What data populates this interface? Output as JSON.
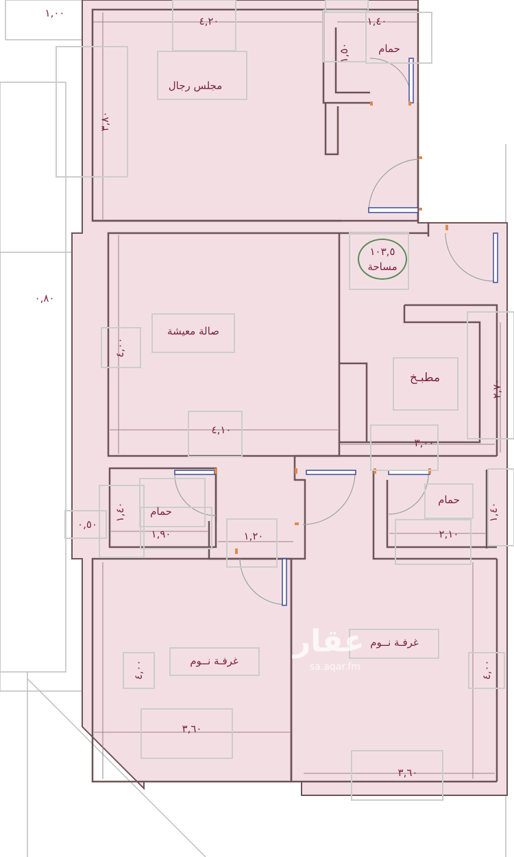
{
  "rooms": {
    "men_majlis": "مجلس رجال",
    "bath_top": "حمام",
    "living_hall": "صالة معيشة",
    "kitchen": "مطبـخ",
    "bath_left": "حمام",
    "bath_right": "حمام",
    "bedroom_left": "غرفـة نــوم",
    "bedroom_right": "غرفـة نــوم"
  },
  "area": {
    "value": "١٠٣,٥",
    "label": "مساحة"
  },
  "dimensions": {
    "d_1_00": "١,٠٠",
    "d_4_20": "٤,٢٠",
    "d_1_40": "١,٤٠",
    "d_1_50": "١,٥٠",
    "d_3_80": "٣,٨٠",
    "d_0_80": "٠,٨٠",
    "d_4_00_living": "٤,٠٠",
    "d_2_70": "٢,٧٠",
    "d_4_10": "٤,١٠",
    "d_3_00": "٣,٠٠",
    "d_1_40_left": "١,٤٠",
    "d_0_50": "٠,٥٠",
    "d_1_90": "١,٩٠",
    "d_1_20": "١,٢٠",
    "d_2_10": "٢,١٠",
    "d_1_40_right": "١,٤٠",
    "d_4_00_bed_left": "٤,٠٠",
    "d_3_60_left": "٣,٦٠",
    "d_4_00_bed_right": "٤,٠٠",
    "d_3_60_right": "٣,٦٠"
  },
  "watermark": {
    "brand": "عقار",
    "url": "sa.aqar.fm"
  },
  "colors": {
    "floor_fill": "#f3dfe3",
    "wall": "#6b5358",
    "text": "#7a1f3d",
    "door_frame": "#3c4a9a",
    "badge_ring": "#5a8a5a"
  }
}
